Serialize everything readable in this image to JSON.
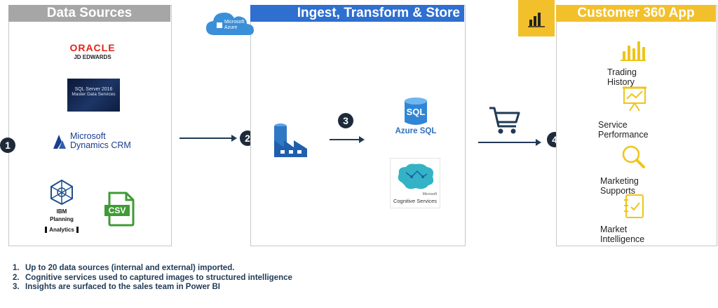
{
  "sources": {
    "title": "Data Sources",
    "badge": "1",
    "oracle": {
      "brand": "ORACLE",
      "product": "JD EDWARDS"
    },
    "sqlserver": {
      "line1": "SQL Server 2016",
      "line2": "Master Data Services"
    },
    "dynamics": {
      "line1": "Microsoft",
      "line2": "Dynamics CRM"
    },
    "ibm": {
      "line1": "IBM",
      "line2": "Planning",
      "line3": "Analytics"
    },
    "csv": {
      "label": "CSV"
    }
  },
  "ingest": {
    "title": "Ingest, Transform & Store",
    "badge_in": "2",
    "badge_mid": "3",
    "azure_cloud": {
      "line1": "Microsoft",
      "line2": "Azure"
    },
    "azure_sql": {
      "icon_text": "SQL",
      "label": "Azure SQL"
    },
    "cognitive": {
      "label": "Cognitive Services",
      "tag": "Microsoft"
    }
  },
  "app": {
    "title": "Customer 360 App",
    "badge": "4",
    "outputs": [
      {
        "label": "Trading History",
        "icon": "bar-chart-icon"
      },
      {
        "label": "Service Performance",
        "icon": "presentation-chart-icon"
      },
      {
        "label": "Marketing Supports",
        "icon": "magnifier-icon"
      },
      {
        "label": "Market Intelligence",
        "icon": "notebook-check-icon"
      }
    ]
  },
  "notes": [
    {
      "num": "1.",
      "text": "Up to 20 data sources (internal and external) imported."
    },
    {
      "num": "2.",
      "text": "Cognitive services used to captured images to structured intelligence"
    },
    {
      "num": "3.",
      "text": "Insights are surfaced to the sales team in Power BI"
    }
  ],
  "colors": {
    "sources_header": "#a6a6a6",
    "ingest_header": "#2e6fd0",
    "app_header": "#f2c02b",
    "badge": "#1e2a3a",
    "arrow": "#1f3a56",
    "oracle_red": "#e2231a",
    "dynamics_blue": "#1a3d8f",
    "csv_green": "#3f9b35",
    "output_gold": "#f0c419"
  }
}
